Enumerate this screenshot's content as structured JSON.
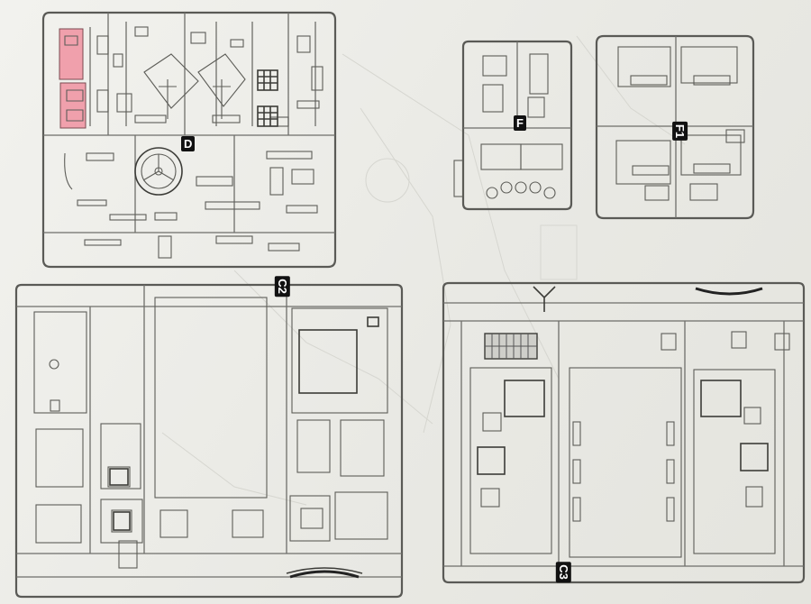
{
  "sprues": [
    {
      "id": "D",
      "label": "D"
    },
    {
      "id": "F",
      "label": "F"
    },
    {
      "id": "F1",
      "label": "F1"
    },
    {
      "id": "C2",
      "label": "C2"
    },
    {
      "id": "C3",
      "label": "C3"
    }
  ],
  "colors": {
    "highlight": "#f0a0ac",
    "linework": "#5d5d58",
    "label_bg": "#111111",
    "label_fg": "#ffffff"
  }
}
